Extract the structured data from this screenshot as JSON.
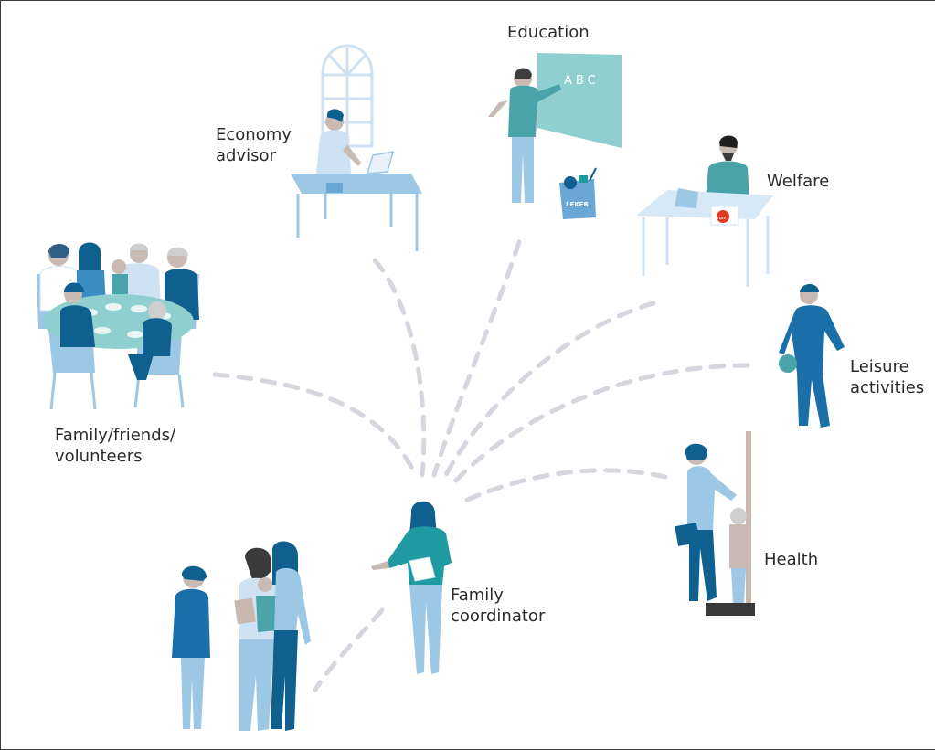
{
  "labels": {
    "education": "Education",
    "economy": [
      "Economy",
      "advisor"
    ],
    "welfare": "Welfare",
    "family_friends": [
      "Family/friends/",
      "volunteers"
    ],
    "leisure": [
      "Leisure",
      "activities"
    ],
    "health": "Health",
    "coordinator": [
      "Family",
      "coordinator"
    ]
  },
  "props": {
    "blackboard_text": "ABC",
    "toy_box_text": "LEKER",
    "welfare_badge_text": "nav"
  },
  "colors": {
    "dark_blue": "#0f5f8f",
    "mid_blue": "#3a8dc0",
    "light_blue": "#9cc8e6",
    "pale_blue": "#cfe2f3",
    "teal": "#1f9aa0",
    "blackboard": "#8fcfcf",
    "connector": "#d6d6df",
    "skin": "#c9bbb4",
    "badge_red": "#e23a28"
  }
}
